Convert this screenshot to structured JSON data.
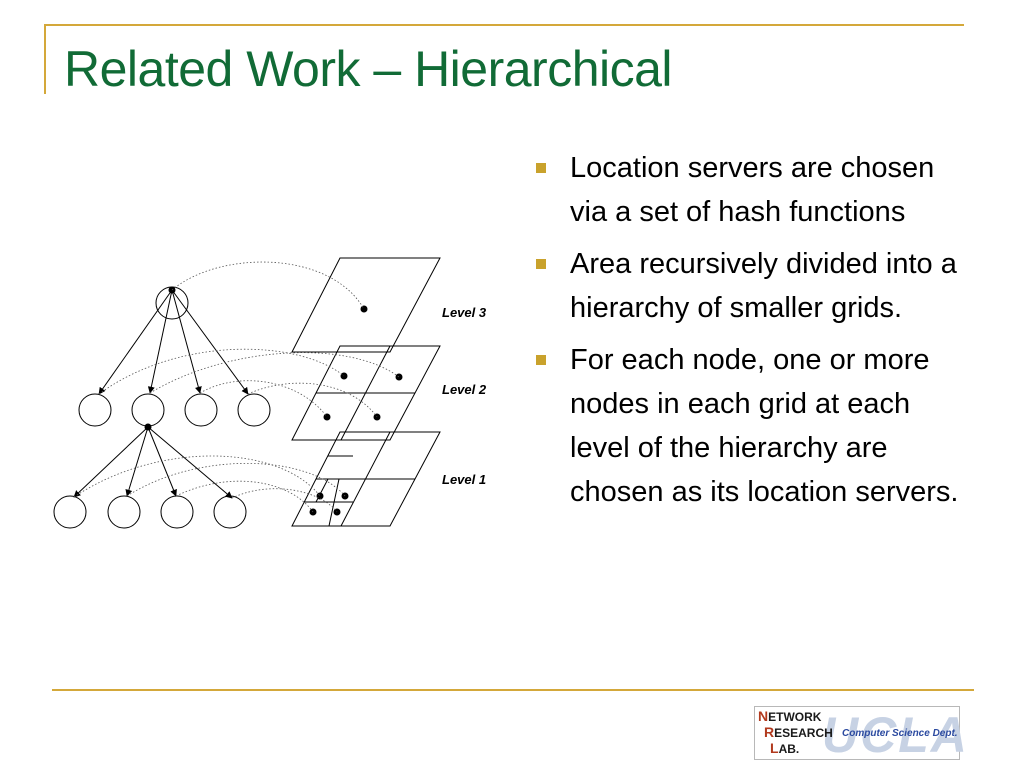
{
  "slide": {
    "title": "Related Work – Hierarchical",
    "bullets": [
      "Location servers are chosen via a set of hash functions",
      "Area recursively divided into a hierarchy of smaller grids.",
      "For each node, one or more nodes in each grid at each level of the hierarchy are chosen as its location servers."
    ]
  },
  "diagram": {
    "labels": {
      "level3": "Level 3",
      "level2": "Level 2",
      "level1": "Level 1"
    }
  },
  "logo": {
    "line1_initial": "N",
    "line1_rest": "ETWORK",
    "line2_initial": "R",
    "line2_rest": "ESEARCH",
    "line3_initial": "L",
    "line3_rest": "AB.",
    "dept": "Computer Science Dept.",
    "ucla": "UCLA"
  },
  "colors": {
    "title": "#116b36",
    "accent_lines": "#d4a83a",
    "bullet_square": "#c9a22c"
  }
}
